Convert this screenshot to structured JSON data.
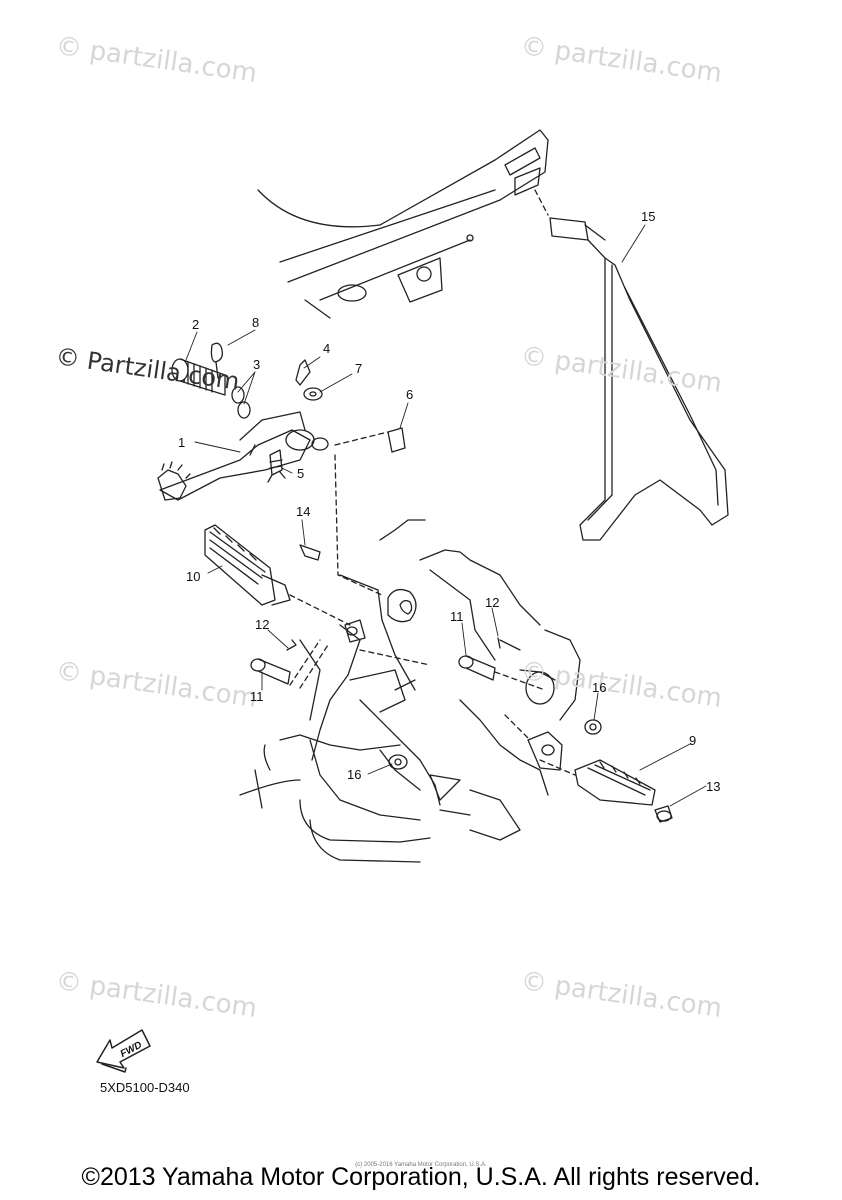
{
  "watermarks": {
    "light": "© partzilla.com",
    "dark": "© Partzilla.com"
  },
  "callouts": {
    "c1": "1",
    "c2": "2",
    "c3": "3",
    "c4": "4",
    "c5": "5",
    "c6": "6",
    "c7": "7",
    "c8": "8",
    "c9": "9",
    "c10": "10",
    "c11a": "11",
    "c11b": "11",
    "c12a": "12",
    "c12b": "12",
    "c13": "13",
    "c14": "14",
    "c15": "15",
    "c16a": "16",
    "c16b": "16"
  },
  "fwd_label": "FWD",
  "diagram_code": "5XD5100-D340",
  "fine_print": "(c) 2005-2016 Yamaha Motor Corporation, U.S.A.",
  "copyright": "©2013 Yamaha Motor Corporation, U.S.A. All rights reserved."
}
